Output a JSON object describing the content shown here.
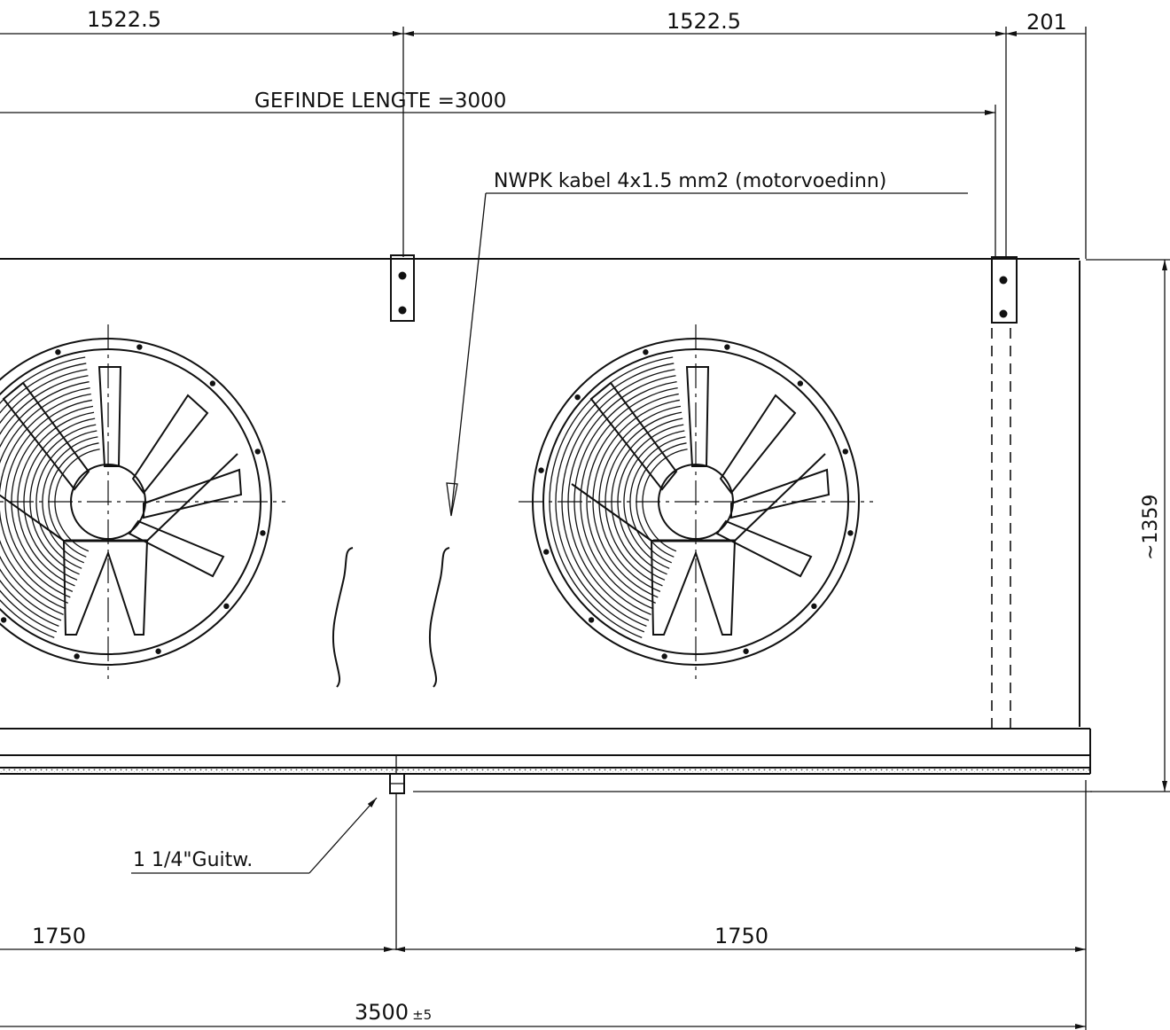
{
  "dimensions": {
    "top_left": "1522.5",
    "top_right": "1522.5",
    "top_end": "201",
    "bottom_left": "1750",
    "bottom_right": "1750",
    "total_width": "3500",
    "total_tolerance": "±5",
    "height": "~1359"
  },
  "annotations": {
    "finned_length": "GEFINDE LENGTE =3000",
    "cable_note": "NWPK kabel 4x1.5 mm2 (motorvoedinn)",
    "drain_connection": "1 1/4\"Guitw."
  },
  "icons": {
    "fan": "axial-fan-icon",
    "suspension": "suspension-bracket-icon",
    "drain": "drain-fitting-icon"
  }
}
